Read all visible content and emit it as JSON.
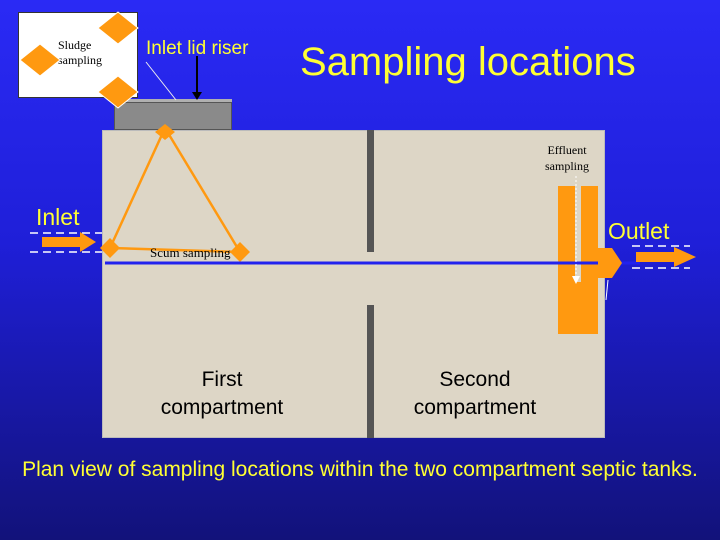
{
  "slide": {
    "title": "Sampling locations",
    "caption": "Plan view of sampling locations within the two compartment septic tanks."
  },
  "legend": {
    "label": "Sludge sampling"
  },
  "labels": {
    "inlet_lid_riser": "Inlet lid riser",
    "effluent_sampling": "Effluent sampling",
    "scum_sampling": "Scum sampling",
    "first_compartment": "First compartment",
    "second_compartment": "Second compartment",
    "inlet": "Inlet",
    "outlet": "Outlet"
  },
  "colors": {
    "title_text": "#ffff33",
    "sample_marker": "#ff9910",
    "flow_line": "#2222ee",
    "tank_fill": "#ddd6c6",
    "background": "#1f1fd8"
  },
  "icons": {
    "legend_marker": "orange-diamond-icon",
    "inlet_arrow": "arrow-right-icon",
    "outlet_arrow": "arrow-right-icon"
  }
}
